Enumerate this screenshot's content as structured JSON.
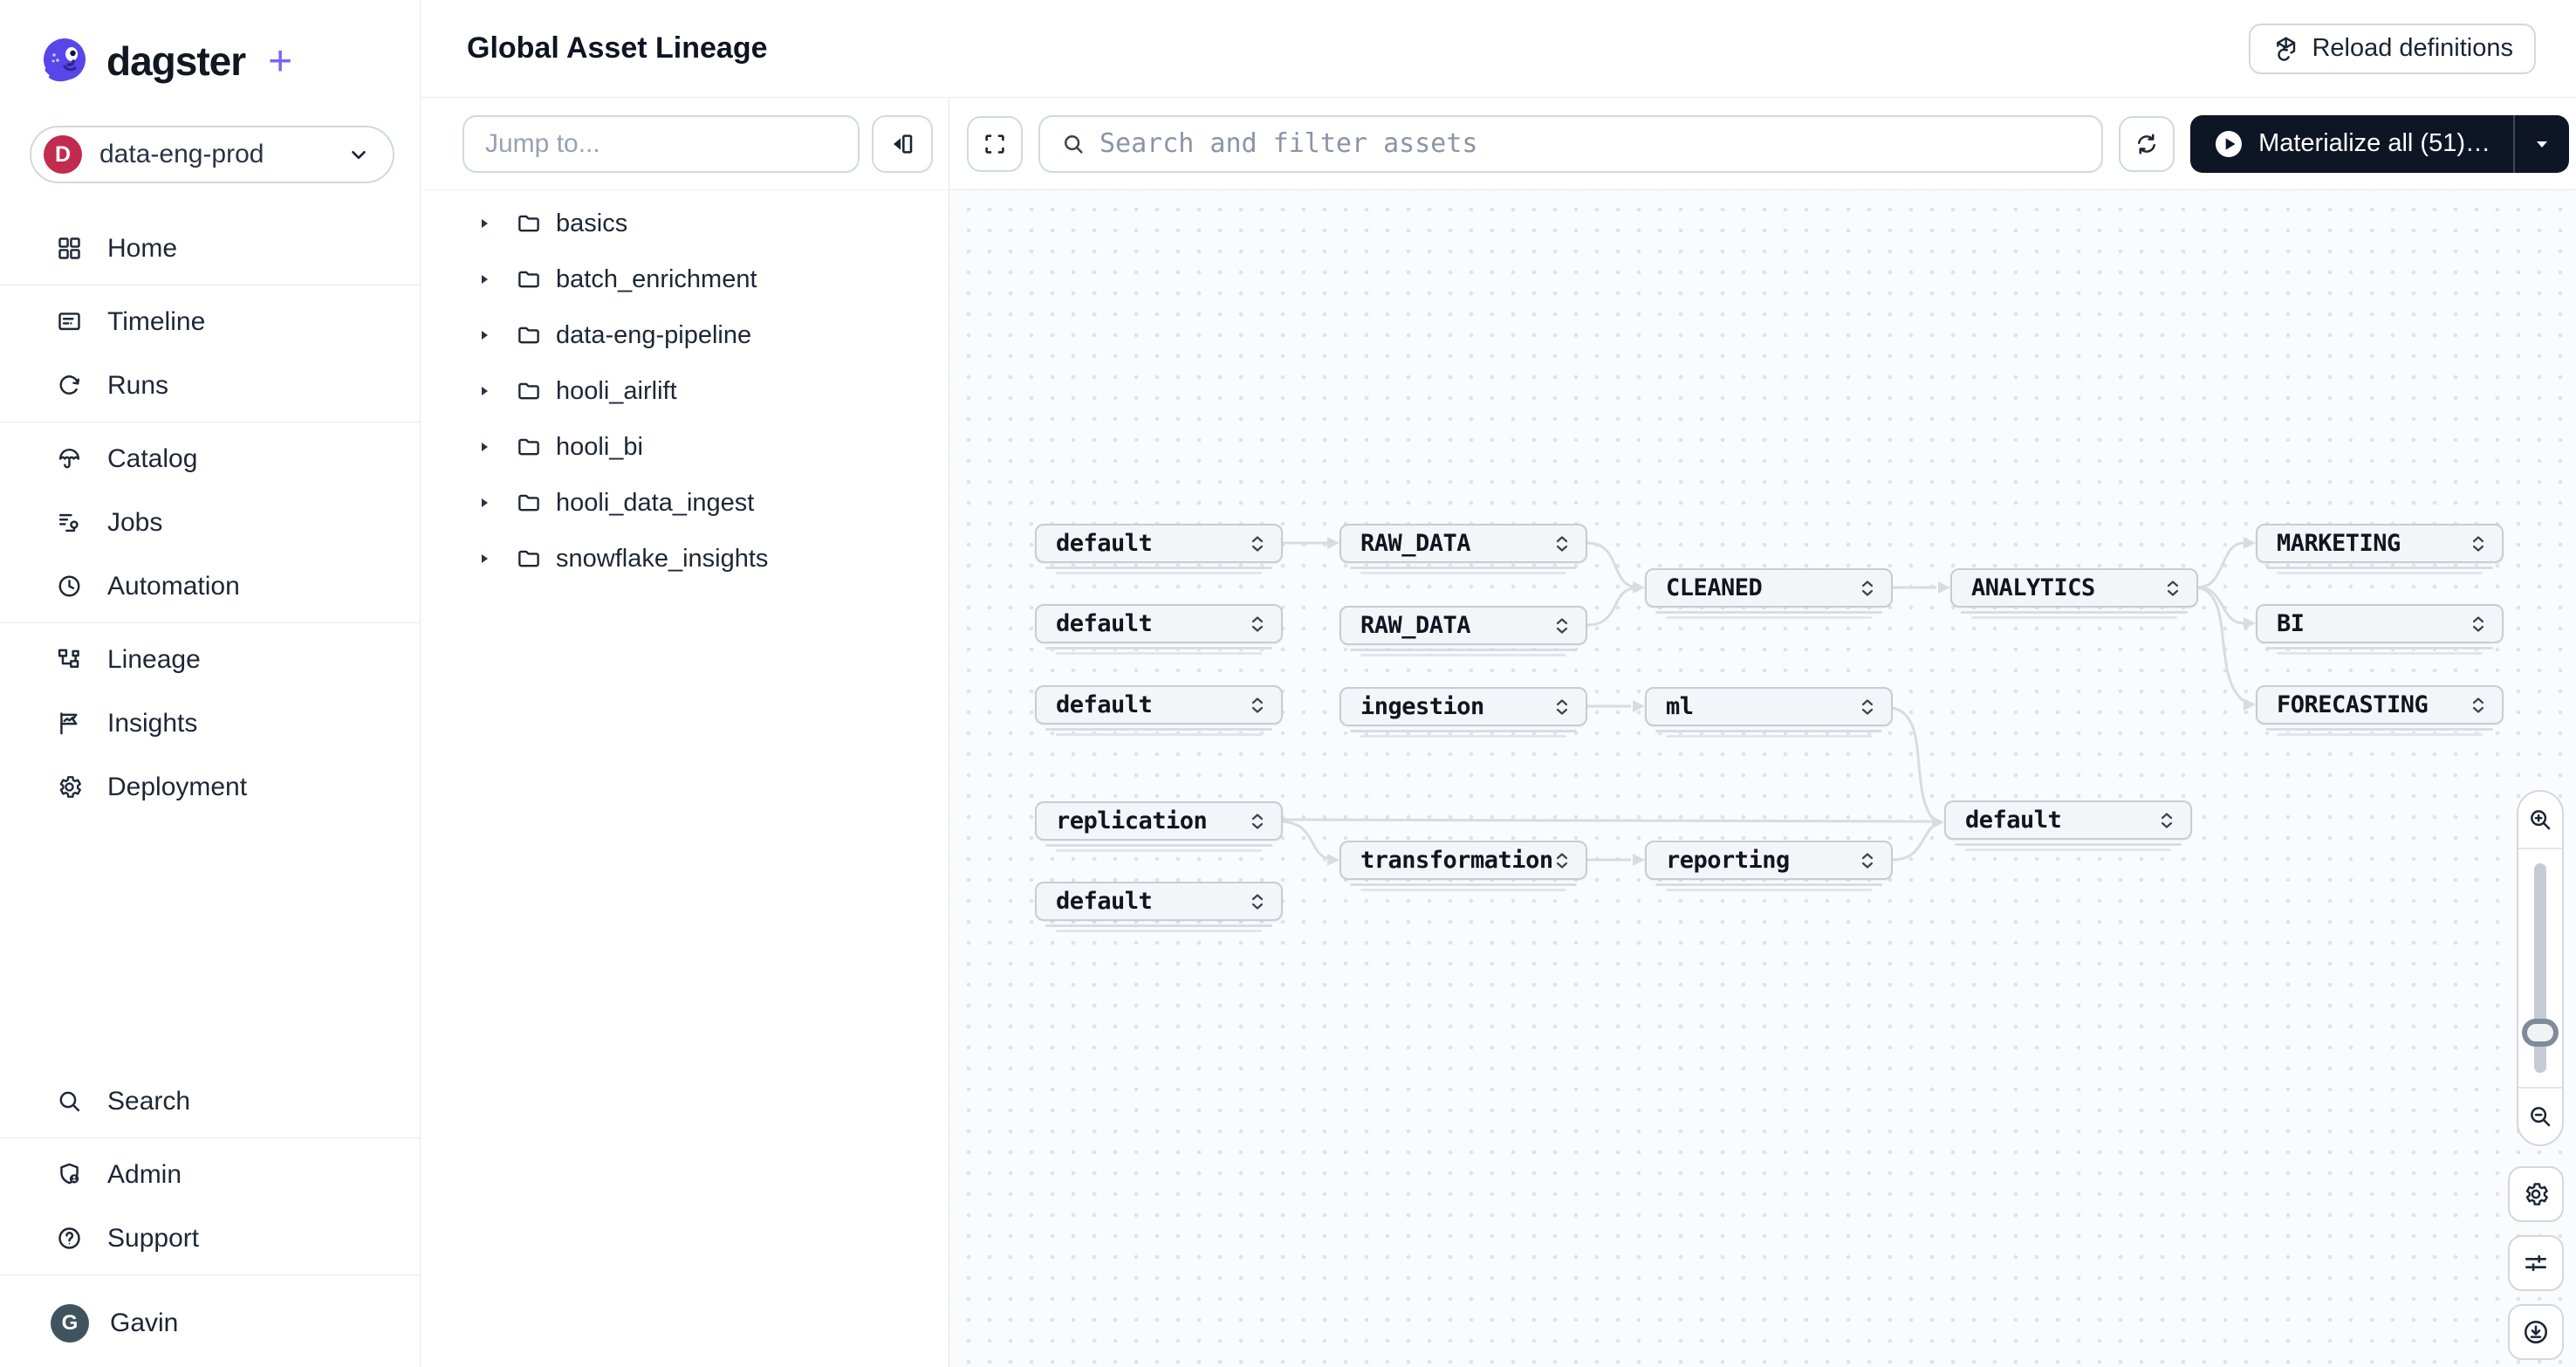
{
  "brand": {
    "name": "dagster",
    "plus": "+"
  },
  "workspace": {
    "name": "data-eng-prod",
    "initial": "D"
  },
  "sidebar": {
    "items": [
      {
        "label": "Home"
      },
      {
        "label": "Timeline"
      },
      {
        "label": "Runs"
      },
      {
        "label": "Catalog"
      },
      {
        "label": "Jobs"
      },
      {
        "label": "Automation"
      },
      {
        "label": "Lineage"
      },
      {
        "label": "Insights"
      },
      {
        "label": "Deployment"
      },
      {
        "label": "Search"
      },
      {
        "label": "Admin"
      },
      {
        "label": "Support"
      }
    ],
    "user": {
      "name": "Gavin",
      "initial": "G"
    }
  },
  "header": {
    "title": "Global Asset Lineage",
    "reload_label": "Reload definitions"
  },
  "explorer": {
    "jump_placeholder": "Jump to...",
    "folders": [
      {
        "name": "basics"
      },
      {
        "name": "batch_enrichment"
      },
      {
        "name": "data-eng-pipeline"
      },
      {
        "name": "hooli_airlift"
      },
      {
        "name": "hooli_bi"
      },
      {
        "name": "hooli_data_ingest"
      },
      {
        "name": "snowflake_insights"
      }
    ]
  },
  "toolbar": {
    "search_placeholder": "Search and filter assets",
    "materialize_label": "Materialize all (51)…"
  },
  "graph": {
    "nodes": [
      {
        "label": "default"
      },
      {
        "label": "RAW_DATA"
      },
      {
        "label": "CLEANED"
      },
      {
        "label": "ANALYTICS"
      },
      {
        "label": "MARKETING"
      },
      {
        "label": "default"
      },
      {
        "label": "RAW_DATA"
      },
      {
        "label": "BI"
      },
      {
        "label": "default"
      },
      {
        "label": "ingestion"
      },
      {
        "label": "ml"
      },
      {
        "label": "FORECASTING"
      },
      {
        "label": "replication"
      },
      {
        "label": "default"
      },
      {
        "label": "transformation"
      },
      {
        "label": "reporting"
      },
      {
        "label": "default"
      }
    ],
    "edges": [
      [
        "default",
        "RAW_DATA"
      ],
      [
        "RAW_DATA",
        "CLEANED"
      ],
      [
        "RAW_DATA#2",
        "CLEANED"
      ],
      [
        "CLEANED",
        "ANALYTICS"
      ],
      [
        "ANALYTICS",
        "MARKETING"
      ],
      [
        "ANALYTICS",
        "BI"
      ],
      [
        "ANALYTICS",
        "FORECASTING"
      ],
      [
        "ingestion",
        "ml"
      ],
      [
        "ml",
        "default#right"
      ],
      [
        "replication",
        "default#right"
      ],
      [
        "replication",
        "transformation"
      ],
      [
        "transformation",
        "reporting"
      ],
      [
        "reporting",
        "default#right"
      ]
    ]
  },
  "colors": {
    "accent_purple": "#7a66f5",
    "brand_navy": "#131722",
    "workspace_red": "#c22b4d",
    "user_avatar": "#3f545e",
    "materialize_bg": "#0e1524",
    "edge_gray": "#d8dbe2"
  }
}
